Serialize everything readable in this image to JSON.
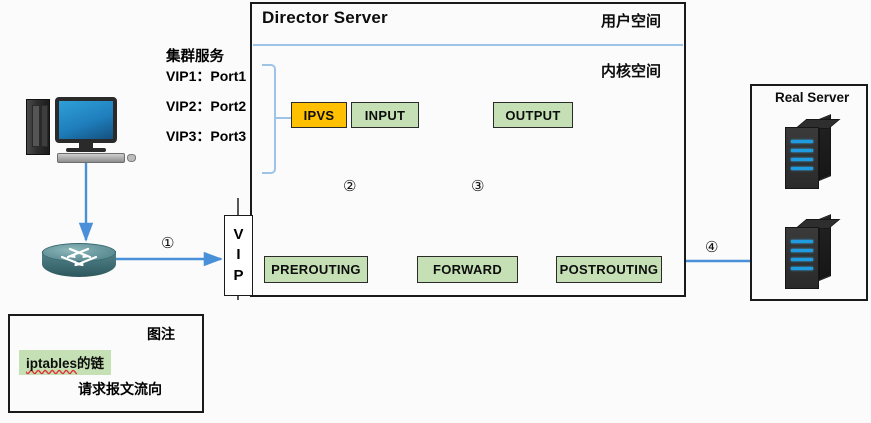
{
  "diagram": {
    "title": "LVS NAT packet flow diagram",
    "colors": {
      "arrow_blue": "#4a90d9",
      "chain_green": "#c5e0b4",
      "ipvs_orange": "#ffc000",
      "divider_blue": "#9dc3e6",
      "server_led_blue": "#1f9be0",
      "router_teal": "#3d6b72",
      "spellcheck_red": "#e03131"
    }
  },
  "director": {
    "title": "Director Server",
    "user_space_label": "用户空间",
    "kernel_space_label": "内核空间",
    "boxes": {
      "ipvs": "IPVS",
      "input": "INPUT",
      "output": "OUTPUT",
      "prerouting": "PREROUTING",
      "forward": "FORWARD",
      "postrouting": "POSTROUTING"
    }
  },
  "cluster_service": {
    "heading": "集群服务",
    "entries": [
      "VIP1：Port1",
      "VIP2：Port2",
      "VIP3：Port3"
    ]
  },
  "vip_box": {
    "letters": [
      "V",
      "I",
      "P"
    ]
  },
  "real_server": {
    "title": "Real Server",
    "count": 2
  },
  "client": {
    "device": "desktop-pc",
    "gateway": "router"
  },
  "steps": [
    {
      "id": "1",
      "glyph": "①"
    },
    {
      "id": "2",
      "glyph": "②"
    },
    {
      "id": "3",
      "glyph": "③"
    },
    {
      "id": "4",
      "glyph": "④"
    }
  ],
  "legend": {
    "title": "图注",
    "chain_label_code": "iptables",
    "chain_label_rest": "的链",
    "flow_label": "请求报文流向"
  }
}
